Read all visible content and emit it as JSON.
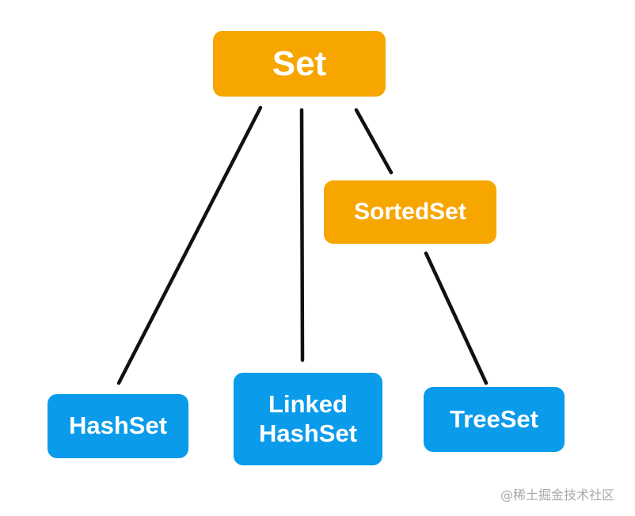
{
  "colors": {
    "interface_node": "#F7A600",
    "class_node": "#0A9BEA",
    "edge": "#111111",
    "node_text": "#ffffff",
    "watermark": "#a9a9a9"
  },
  "nodes": {
    "set": {
      "label": "Set"
    },
    "sortedset": {
      "label": "SortedSet"
    },
    "hashset": {
      "label": "HashSet"
    },
    "linkedhashset": {
      "line1": "Linked",
      "line2": "HashSet"
    },
    "treeset": {
      "label": "TreeSet"
    }
  },
  "edges": [
    {
      "from": "Set",
      "to": "HashSet"
    },
    {
      "from": "Set",
      "to": "Linked HashSet"
    },
    {
      "from": "Set",
      "to": "SortedSet"
    },
    {
      "from": "SortedSet",
      "to": "TreeSet"
    }
  ],
  "watermark": "@稀土掘金技术社区"
}
